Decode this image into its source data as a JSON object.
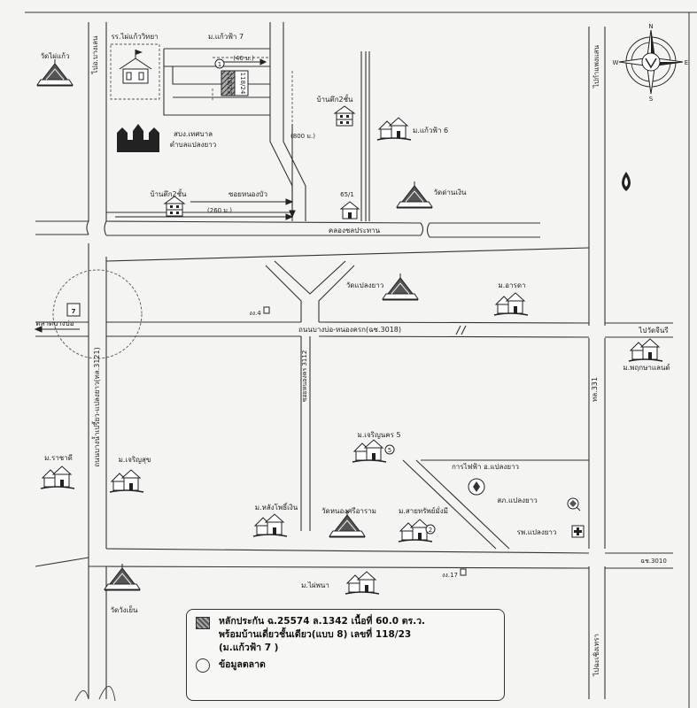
{
  "labels": {
    "wat_phai_kaew": "วัดไผ่แก้ว",
    "pai_bang_le": "ไปอ.บางเลน",
    "school": "รร.ไผ่แก้ววิทยา",
    "moo_kaewfah7": "ม.แก้วฟ้า 7",
    "dist_40": "(40 ม.)",
    "plot_a": "118/23",
    "plot_b": "118/24",
    "ban_tuek_2_top": "บ้านตึก2ชั้น",
    "dist_800": "(800 ม.)",
    "moo_kaewfah6": "ม.แก้วฟ้า 6",
    "pai_kamphaeng": "ไปกำแพงแสน",
    "sobtor_1": "สบง.เทศบาล",
    "sobtor_2": "ตำบลแปลงยาว",
    "ban_tuek_2_mid": "บ้านตึก2ชั้น",
    "soi_nongbua": "ซอยหนองบัว",
    "dist_260": "(260 ม.)",
    "house_65_1": "65/1",
    "wat_dan_ngoen": "วัดด่านเงิน",
    "khlong": "คลองชลประทาน",
    "wat_plaeng_yao": "วัดแปลงยาว",
    "moo_arada": "ม.อารดา",
    "market": "ตลาดบางบ่อ",
    "ngor_4": "งง.4",
    "road_main": "ถนนบางบ่อ-หนองครก(ฉช.3018)",
    "pai_wat_chin": "ไปวัดจีนรี",
    "moo_phrueksa": "ม.พฤกษาแลนด์",
    "road_left": "ถนนบางน้ำเปรี้ยว-แปลงยาว(ทล.3121)",
    "soi_3112": "ซอยหนองคร 3112",
    "moo_charoen5": "ม.เจริญนคร 5",
    "tl_331": "ทล.331",
    "moo_rachadi": "ม.ราชาดี",
    "moo_charoen_suk": "ม.เจริญสุข",
    "pea": "การไฟฟ้า อ.แปลงยาว",
    "police": "สภ.แปลงยาว",
    "moo_lomkhao": "ม.หลังโพธิ์เงิน",
    "wat_nong_thi": "วัดหนองศรีอาราม",
    "moo_sap_mong": "ม.สายทรัพย์มั่งมี",
    "hospital": "รพ.แปลงยาว",
    "chor_3010": "ฉช.3010",
    "ngor_17": "งง.17",
    "wat_wang_yen": "วัดวังเย็น",
    "moo_phaiphana": "ม.ไผ่พนา",
    "pai_chachoengsao": "ไปฉะเชิงเทรา"
  },
  "legend": {
    "line1": "หลักประกัน ฉ.25574 ล.1342 เนื้อที่ 60.0 ตร.ว.",
    "line2": "พร้อมบ้านเดี่ยวชั้นเดียว(แบบ 8) เลขที่ 118/23",
    "line3": "(ม.แก้วฟ้า 7 )",
    "line4": "ข้อมูลตลาด"
  },
  "compass": {
    "n": "N",
    "s": "S",
    "e": "E",
    "w": "W"
  },
  "markers": {
    "target": "1",
    "house_mark_5": "5",
    "house_mark_2": "2"
  }
}
